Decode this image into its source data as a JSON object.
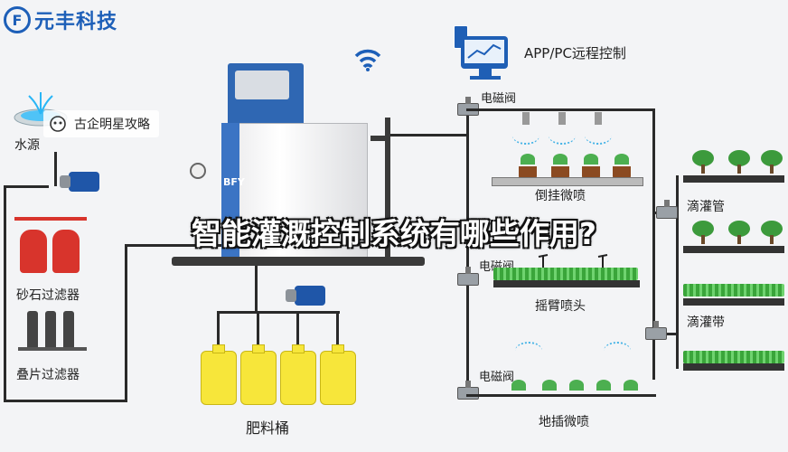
{
  "logo": {
    "mark": "F",
    "text": "元丰科技"
  },
  "watermark": {
    "text": "古企明星攻略",
    "icon": "app-logo-icon"
  },
  "headline": "智能灌溉控制系统有哪些作用?",
  "controller": {
    "brand": "BFY"
  },
  "remote": {
    "label": "APP/PC远程控制",
    "icon": "monitor-icon"
  },
  "labels": {
    "water_source": "水源",
    "sand_filter": "砂石过滤器",
    "disc_filter": "叠片过滤器",
    "fertilizer_tank": "肥料桶",
    "solenoid_valve": "电磁阀",
    "inverted_micro_spray": "倒挂微喷",
    "rocker_sprinkler": "摇臂喷头",
    "ground_micro_spray": "地插微喷",
    "drip_pipe": "滴灌管",
    "drip_tape": "滴灌带"
  },
  "colors": {
    "brand_blue": "#1d5fb8",
    "pipe": "#2a2a2a",
    "tank_yellow": "#f7e63a",
    "filter_red": "#d8342c",
    "plant_green": "#3c9a3c"
  }
}
